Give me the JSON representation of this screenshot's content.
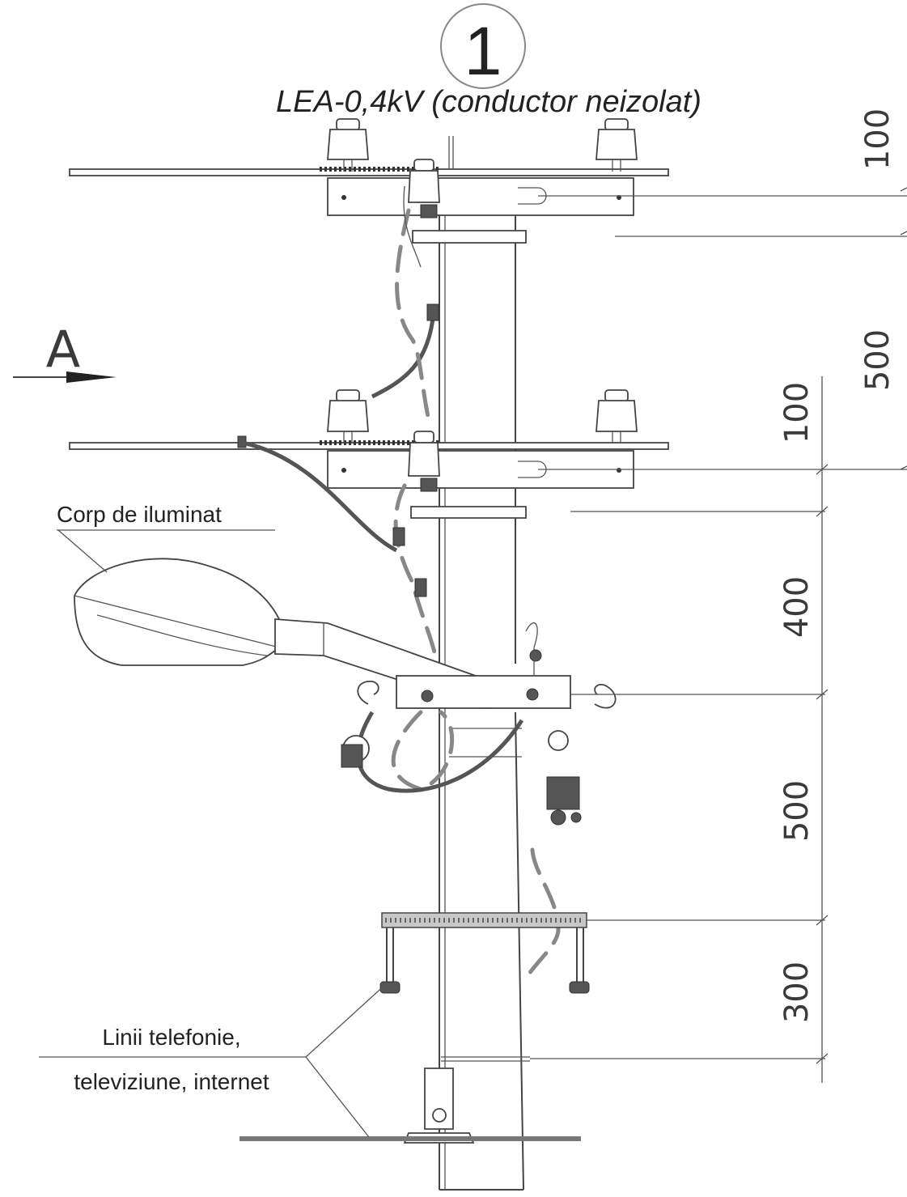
{
  "marker": {
    "number": "1"
  },
  "title": "LEA-0,4kV (conductor neizolat)",
  "view_arrow": {
    "label": "A"
  },
  "callouts": {
    "luminaire": "Corp de iluminat",
    "telecom_line1": "Linii telefonie,",
    "telecom_line2": "televiziune, internet"
  },
  "dimensions": {
    "outer": [
      "100",
      "500"
    ],
    "inner": [
      "100",
      "400",
      "500",
      "300"
    ]
  }
}
